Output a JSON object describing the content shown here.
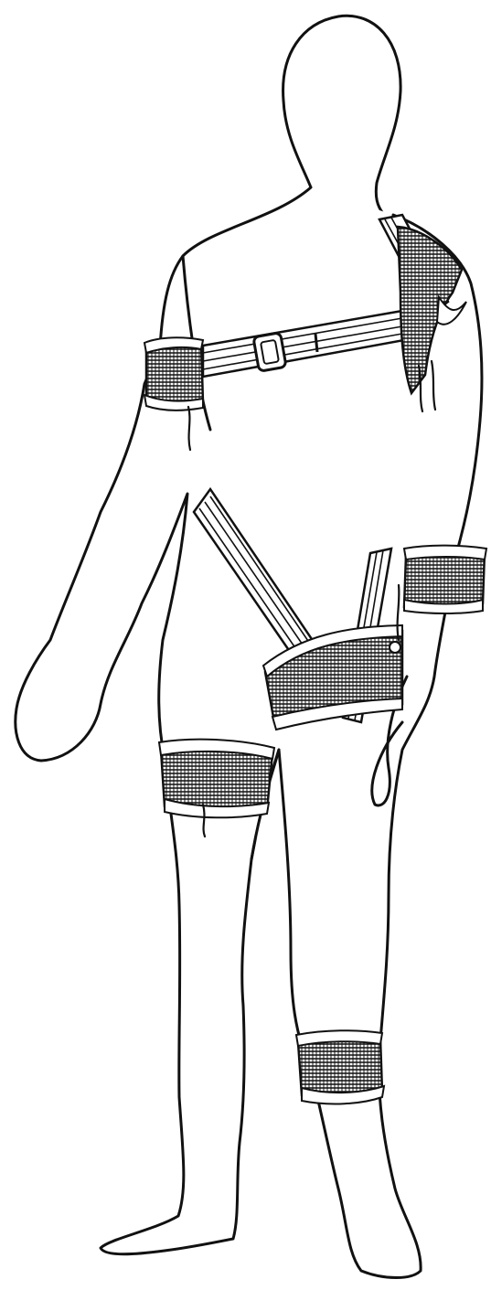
{
  "figure": {
    "subject": "human-figure-with-bandage-splints",
    "line_color": "#111111",
    "background": "#ffffff",
    "bandages": [
      "right-upper-arm",
      "left-shoulder",
      "left-forearm",
      "pelvis",
      "right-thigh",
      "left-shin"
    ],
    "straps": [
      "chest-belt-with-buckle",
      "shoulder-strap",
      "diagonal-hip-strap"
    ]
  }
}
